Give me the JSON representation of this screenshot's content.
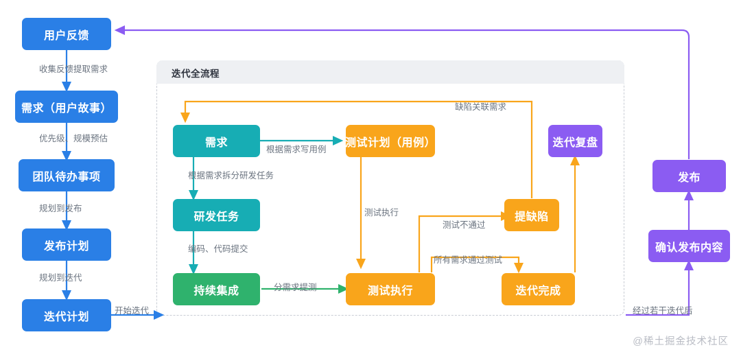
{
  "diagram": {
    "title": "迭代全流程",
    "watermark": "@稀土掘金技术社区",
    "colors": {
      "blue": "#2a7fe6",
      "teal": "#17adb4",
      "green": "#2fb26d",
      "orange": "#f9a51b",
      "purple": "#8b5cf2",
      "label_text": "#6b7480",
      "panel_header_bg": "#eef0f3",
      "panel_border": "#c8ccd4"
    }
  },
  "nodes": {
    "user_feedback": "用户反馈",
    "requirement_story": "需求（用户故事）",
    "team_backlog": "团队待办事项",
    "release_plan": "发布计划",
    "iteration_plan": "迭代计划",
    "requirement": "需求",
    "dev_task": "研发任务",
    "continuous_integration": "持续集成",
    "test_plan": "测试计划（用例）",
    "test_execution": "测试执行",
    "raise_defect": "提缺陷",
    "iteration_done": "迭代完成",
    "iteration_review": "迭代复盘",
    "confirm_release_content": "确认发布内容",
    "release": "发布"
  },
  "edge_labels": {
    "collect_feedback": "收集反馈提取需求",
    "priority_scale": "优先级、规模预估",
    "plan_to_release": "规划到发布",
    "plan_to_iteration": "规划到迭代",
    "start_iteration": "开始迭代",
    "write_cases": "根据需求写用例",
    "split_dev_tasks": "根据需求拆分研发任务",
    "code_commit": "编码、代码提交",
    "submit_test_per_req": "分需求提测",
    "test_execute": "测试执行",
    "defect_links_requirement": "缺陷关联需求",
    "test_failed": "测试不通过",
    "all_req_passed": "所有需求通过测试",
    "after_several_iterations": "经过若干迭代后"
  }
}
